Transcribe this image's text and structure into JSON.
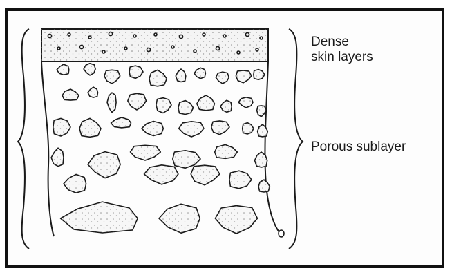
{
  "labels": {
    "dense_line1": "Dense",
    "dense_line2": "skin layers",
    "porous": "Porous sublayer"
  },
  "colors": {
    "line": "#1a1a1a",
    "frame": "#111111",
    "pore_fill": "#f7f7f7",
    "skin_fill": "#f4f4f4"
  }
}
